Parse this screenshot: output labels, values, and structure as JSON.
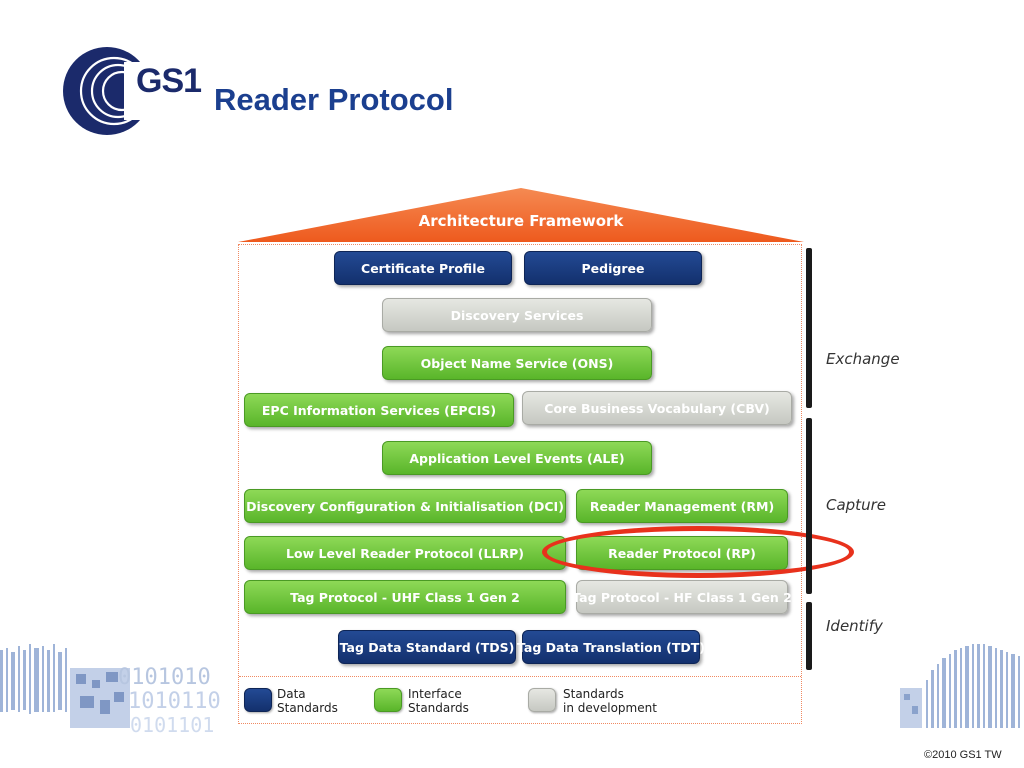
{
  "header": {
    "logo_text": "GS1",
    "title": "Reader Protocol"
  },
  "roof": {
    "label": "Architecture Framework"
  },
  "blocks": {
    "certificate_profile": "Certificate Profile",
    "pedigree": "Pedigree",
    "discovery_services": "Discovery Services",
    "ons": "Object Name Service (ONS)",
    "epcis": "EPC Information Services (EPCIS)",
    "cbv": "Core Business Vocabulary (CBV)",
    "ale": "Application Level Events (ALE)",
    "dci": "Discovery Configuration & Initialisation (DCI)",
    "rm": "Reader Management (RM)",
    "llrp": "Low Level Reader Protocol (LLRP)",
    "rp": "Reader Protocol (RP)",
    "tag_uhf": "Tag Protocol - UHF Class 1 Gen 2",
    "tag_hf": "Tag Protocol - HF Class 1 Gen 2",
    "tds": "Tag Data Standard (TDS)",
    "tdt": "Tag Data Translation (TDT)"
  },
  "layers": {
    "exchange": "Exchange",
    "capture": "Capture",
    "identify": "Identify"
  },
  "legend": {
    "data_line1": "Data",
    "data_line2": "Standards",
    "interface_line1": "Interface",
    "interface_line2": "Standards",
    "dev_line1": "Standards",
    "dev_line2": "in development"
  },
  "colors": {
    "data_standards": "#1b3a7c",
    "interface_standards": "#6cc33a",
    "standards_in_development": "#d5d6d1",
    "roof": "#f26a2e",
    "highlight": "#e8311c",
    "title": "#1b3f8f"
  },
  "highlighted_block": "rp",
  "footer": {
    "copyright": "©2010 GS1 TW"
  }
}
